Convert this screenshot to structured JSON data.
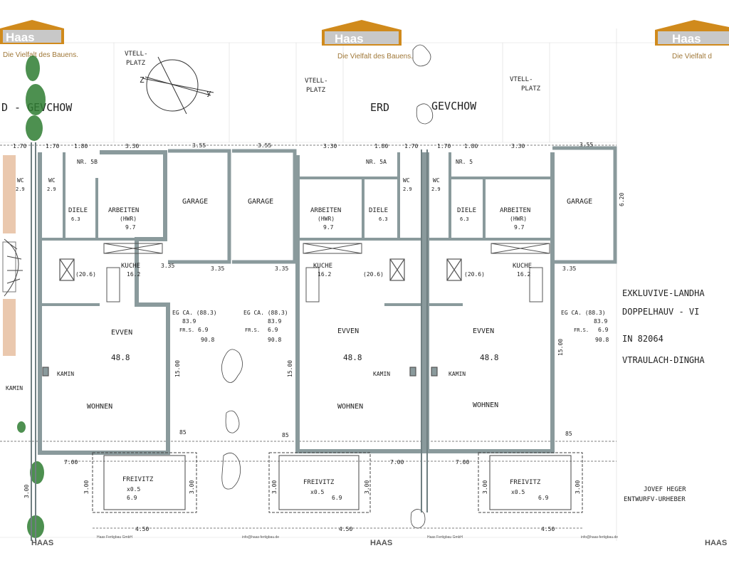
{
  "brand": {
    "logo": "Haas",
    "slogan": "Die Vielfalt des Bauens.",
    "slogan_partial_left": "Die Vielfalt des Bauens.",
    "slogan_partial_right": "Die Vielfalt d",
    "footer_logo": "HAAS",
    "footer_company": "Haas Fertigbau GmbH",
    "footer_web": "info@haas-fertigbau.de"
  },
  "titles": {
    "erd": "ERD",
    "geschoss": "GEVCHOW",
    "geschoss_left": "D - GEVCHOW"
  },
  "project": {
    "line1": "EXKLUVIVE-LANDHA",
    "line2": "DOPPELHAUV - VI",
    "line3": "IN 82064",
    "line4": "VTRAULACH-DINGHA",
    "author_name": "JOVEF HEGER",
    "author_role": "ENTWURFV-URHEBER"
  },
  "labels": {
    "stellplatz_1": "VTELL-",
    "stellplatz_2": "PLATZ",
    "garage": "GARAGE",
    "arbeiten": "ARBEITEN",
    "hwr": "(HWR)",
    "diele": "DIELE",
    "wc": "WC",
    "kueche": "KUCHE",
    "essen": "EVVEN",
    "wohnen": "WOHNEN",
    "kamin": "KAMIN",
    "freisitz": "FREIVITZ",
    "nr_5b": "NR. 5B",
    "nr_5a": "NR. 5A",
    "nr_5": "NR. 5"
  },
  "areas": {
    "wc": "2.9",
    "diele": "6.3",
    "arbeiten": "9.7",
    "kueche": "16.2",
    "stair": "(20.6)",
    "essen_wohnen": "48.8",
    "freisitz_a": "x0.5",
    "freisitz_b": "6.9",
    "eg_ca": "EG CA. (88.3)",
    "eg_total": "83.9",
    "fr_s": "FR.S.",
    "fr_val": "6.9",
    "grand_total": "90.8"
  },
  "dimensions": {
    "d170": "1.70",
    "d180": "1.80",
    "d330": "3.30",
    "d355": "3.55",
    "d335": "3.35",
    "d1500": "15.00",
    "d620": "6.20",
    "d085": "85",
    "d700": "7.00",
    "d450": "4.50",
    "d300": "3.00"
  },
  "colors": {
    "wall": "#8a9a9c",
    "brand_orange": "#d08a1c",
    "slogan": "#a07838",
    "tree_green": "#2f7d32",
    "terracotta": "#d99a6c"
  }
}
